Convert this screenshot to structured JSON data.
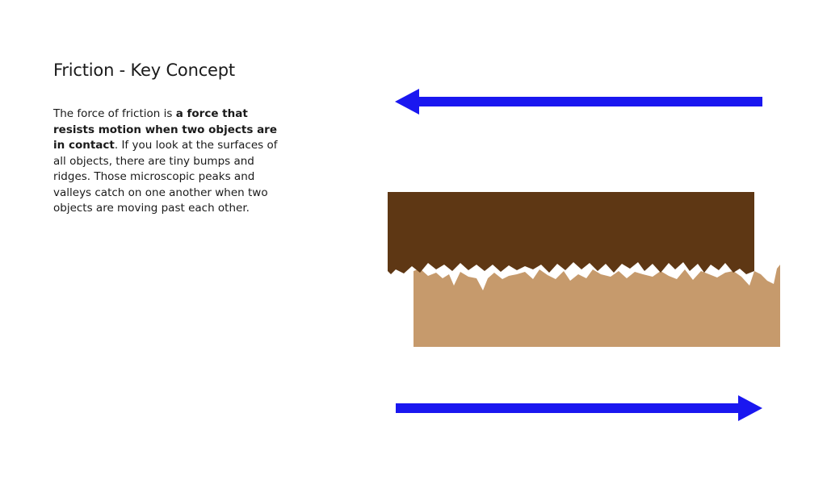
{
  "title": "Friction - Key Concept",
  "paragraph": {
    "intro": "The force of friction is ",
    "emphasis": "a force that resists motion when two objects are in contact",
    "rest": ". If you look at the surfaces of all objects, there are tiny bumps and ridges. Those microscopic peaks and valleys catch on one another when two objects are moving past each other."
  },
  "colors": {
    "arrow": "#1a17f0",
    "top_block": "#5e3714",
    "bottom_block": "#c69a6c"
  },
  "diagram": {
    "top_arrow_direction": "left",
    "bottom_arrow_direction": "right"
  }
}
